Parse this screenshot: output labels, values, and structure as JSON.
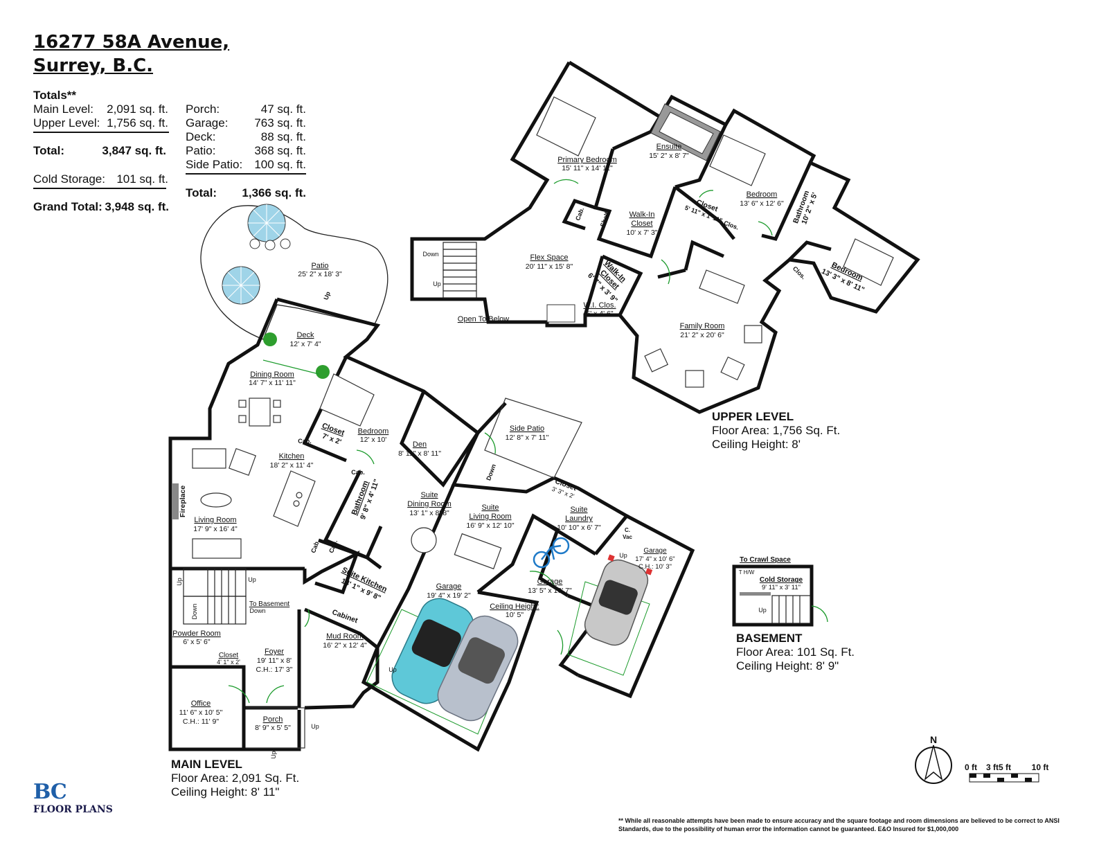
{
  "address": {
    "line1": "16277 58A Avenue,",
    "line2": "Surrey, B.C."
  },
  "totals": {
    "heading": "Totals**",
    "left": [
      {
        "label": "Main Level:",
        "value": "2,091 sq. ft."
      },
      {
        "label": "Upper Level:",
        "value": "1,756 sq. ft."
      }
    ],
    "total_label": "Total:",
    "total_value": "3,847 sq. ft.",
    "cold_label": "Cold Storage:",
    "cold_value": "101 sq. ft.",
    "grand_label": "Grand Total:",
    "grand_value": "3,948 sq. ft.",
    "right": [
      {
        "label": "Porch:",
        "value": "47 sq. ft."
      },
      {
        "label": "Garage:",
        "value": "763 sq. ft."
      },
      {
        "label": "Deck:",
        "value": "88 sq. ft."
      },
      {
        "label": "Patio:",
        "value": "368 sq. ft."
      },
      {
        "label": "Side Patio:",
        "value": "100 sq. ft."
      }
    ],
    "right_total_label": "Total:",
    "right_total_value": "1,366 sq. ft."
  },
  "levels": {
    "main": {
      "title": "MAIN LEVEL",
      "area": "Floor Area: 2,091 Sq. Ft.",
      "ceiling": "Ceiling Height: 8' 11\""
    },
    "upper": {
      "title": "UPPER LEVEL",
      "area": "Floor Area:  1,756 Sq. Ft.",
      "ceiling": "Ceiling Height: 8'"
    },
    "basement": {
      "title": "BASEMENT",
      "area": "Floor Area:  101 Sq. Ft.",
      "ceiling": "Ceiling Height: 8' 9\""
    }
  },
  "rooms": {
    "patio": {
      "name": "Patio",
      "dims": "25' 2\" x 18' 3\""
    },
    "deck": {
      "name": "Deck",
      "dims": "12' x 7' 4\""
    },
    "dining": {
      "name": "Dining Room",
      "dims": "14' 7\" x 11' 11\""
    },
    "kitchen": {
      "name": "Kitchen",
      "dims": "18' 2\" x 11' 4\""
    },
    "living": {
      "name": "Living Room",
      "dims": "17' 9\" x 16' 4\""
    },
    "bedroom_main": {
      "name": "Bedroom",
      "dims": "12' x 10'"
    },
    "closet_main": {
      "name": "Closet",
      "dims": "7' x 2'"
    },
    "den": {
      "name": "Den",
      "dims": "8' 11\" x 8' 11\""
    },
    "side_patio": {
      "name": "Side Patio",
      "dims": "12' 8\" x 7' 11\""
    },
    "bathroom_main": {
      "name": "Bathroom",
      "dims": "9' 8\" x 4' 11\""
    },
    "suite_dining": {
      "name": "Suite",
      "name2": "Dining Room",
      "dims": "13' 1\" x 8' 8\""
    },
    "suite_living": {
      "name": "Suite",
      "name2": "Living Room",
      "dims": "16' 9\" x 12' 10\""
    },
    "suite_laundry": {
      "name": "Suite",
      "name2": "Laundry",
      "dims": "10' 10\" x 6' 7\""
    },
    "closet_small": {
      "name": "Closet",
      "dims": "3' 3\" x 2'"
    },
    "suite_kitchen": {
      "name": "Suite Kitchen",
      "dims": "14' 1\" x 9' 8\""
    },
    "garage_big": {
      "name": "Garage",
      "dims": "19' 4\" x 19' 2\""
    },
    "garage_mid": {
      "name": "Garage",
      "dims": "13' 5\" x 10' 7\""
    },
    "ceiling_note": {
      "name": "Ceiling Height:",
      "dims": "10' 5\""
    },
    "garage_right": {
      "name": "Garage",
      "dims": "17' 4\" x 10' 6\"",
      "ch": "C.H.: 10' 3\""
    },
    "mud": {
      "name": "Mud Room",
      "dims": "16' 2\" x 12' 4\""
    },
    "cabinet": {
      "name": "Cabinet"
    },
    "powder": {
      "name": "Powder Room",
      "dims": "6' x 5' 6\""
    },
    "to_basement": {
      "name": "To Basement",
      "sub": "Down"
    },
    "foyer": {
      "name": "Foyer",
      "dims": "19' 11\" x 8'",
      "ch": "C.H.: 17' 3\""
    },
    "closet_foyer": {
      "name": "Closet",
      "dims": "4' 1\" x 2'"
    },
    "office": {
      "name": "Office",
      "dims": "11' 6\" x 10' 5\"",
      "ch": "C.H.: 11' 9\""
    },
    "porch": {
      "name": "Porch",
      "dims": "8' 9\" x 5' 5\""
    },
    "fireplace": {
      "name": "Fireplace"
    },
    "primary_bed": {
      "name": "Primary Bedroom",
      "dims": "15' 11\" x 14' 11\""
    },
    "ensuite": {
      "name": "Ensuite",
      "dims": "15' 2\" x 8' 7\""
    },
    "walkin": {
      "name": "Walk-In",
      "name2": "Closet",
      "dims": "10' x 7' 3\""
    },
    "closet_upper": {
      "name": "Closet",
      "dims": "5' 11\" x 1' 11\""
    },
    "bedroom_upper": {
      "name": "Bedroom",
      "dims": "13' 6\" x 12' 6\""
    },
    "bathroom_upper": {
      "name": "Bathroom",
      "dims": "10' 2\" x 5'"
    },
    "bedroom_upper2": {
      "name": "Bedroom",
      "dims": "13' 3\" x 8' 11\""
    },
    "flex": {
      "name": "Flex Space",
      "dims": "20' 11\" x 15' 8\""
    },
    "walkin2": {
      "name": "Walk-In",
      "name2": "Closet",
      "dims": "6' 7\" x 3' 9\""
    },
    "wi_clos": {
      "name": "W.I. Clos.",
      "dims": "5' x 4' 6\""
    },
    "family": {
      "name": "Family Room",
      "dims": "21' 2\" x 20' 6\""
    },
    "open_below": {
      "name": "Open To Below"
    },
    "crawl": {
      "name": "To Crawl Space"
    },
    "cold": {
      "name": "Cold Storage",
      "dims": "9' 11\" x 3' 11\""
    }
  },
  "small_labels": {
    "cab": "Cab.",
    "clos": "Clos.",
    "shelf": "Shelf",
    "up": "Up",
    "down": "Down",
    "vac": "Vac",
    "cv": "C.",
    "thw": "T H/W"
  },
  "compass": {
    "north": "N"
  },
  "scale": {
    "label0": "0 ft",
    "label1": "3 ft5 ft",
    "label2": "10 ft"
  },
  "disclaimer": "** While all reasonable attempts have been made to ensure accuracy and the square footage and room dimensions are believed to be correct to ANSI Standards, due to the possibility of human error the information cannot be guaranteed. E&O Insured for $1,000,000",
  "logo": {
    "mark": "BC",
    "text": "FLOOR PLANS"
  },
  "colors": {
    "wall": "#111111",
    "door": "#1a9a2a",
    "car_blue": "#5ec8d8",
    "car_silver": "#b8c0cc",
    "car_grey": "#c8c8c8",
    "umbrella": "#9fd4e8",
    "plant": "#2e9e2e"
  }
}
